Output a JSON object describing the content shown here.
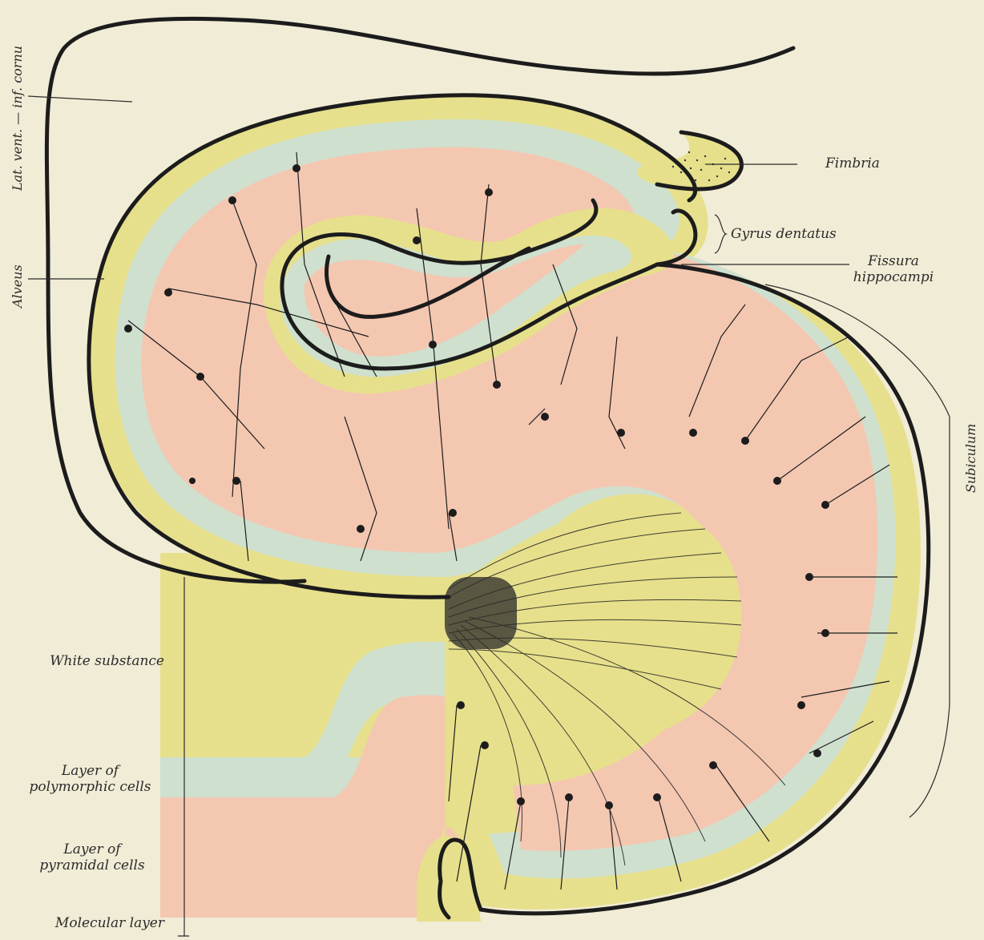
{
  "figure": {
    "colors": {
      "paper": "#f1ecd6",
      "white_substance": "#e6e08c",
      "polymorphic_layer": "#cfe0cf",
      "pyramidal_layer": "#f4c7b1",
      "outline": "#1c1c1c"
    },
    "labels": {
      "lat_vent": "Lat. vent. — inf. cornu",
      "alveus": "Alveus",
      "fimbria": "Fimbria",
      "gyrus_dentatus": "Gyrus dentatus",
      "fissura_line1": "Fissura",
      "fissura_line2": "hippocampi",
      "subiculum": "Subiculum",
      "white_substance": "White substance",
      "polymorphic_line1": "Layer of",
      "polymorphic_line2": "polymorphic cells",
      "pyramidal_line1": "Layer of",
      "pyramidal_line2": "pyramidal cells",
      "molecular": "Molecular layer"
    }
  }
}
